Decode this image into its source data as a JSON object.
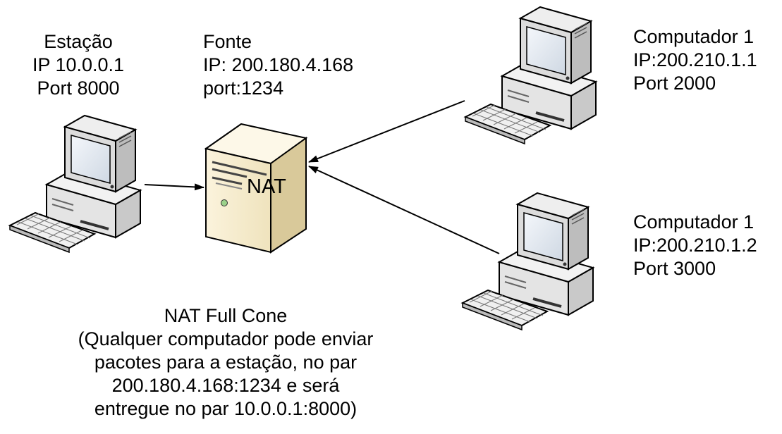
{
  "station": {
    "lines": [
      "Estação",
      "IP 10.0.0.1",
      "Port 8000"
    ]
  },
  "source": {
    "lines": [
      "Fonte",
      "IP: 200.180.4.168",
      "port:1234"
    ]
  },
  "nat_label": "NAT",
  "computer1": {
    "lines": [
      "Computador 1",
      "IP:200.210.1.1",
      "Port 2000"
    ]
  },
  "computer2": {
    "lines": [
      "Computador 1",
      "IP:200.210.1.2",
      "Port 3000"
    ]
  },
  "caption": {
    "lines": [
      "NAT Full Cone",
      "(Qualquer computador pode enviar",
      "pacotes para a estação, no par",
      "200.180.4.168:1234 e será",
      "entregue no par 10.0.0.1:8000)"
    ]
  },
  "icons": {
    "station": "desktop-computer-icon",
    "nat": "server-tower-icon",
    "computer1": "desktop-computer-icon",
    "computer2": "desktop-computer-icon"
  }
}
